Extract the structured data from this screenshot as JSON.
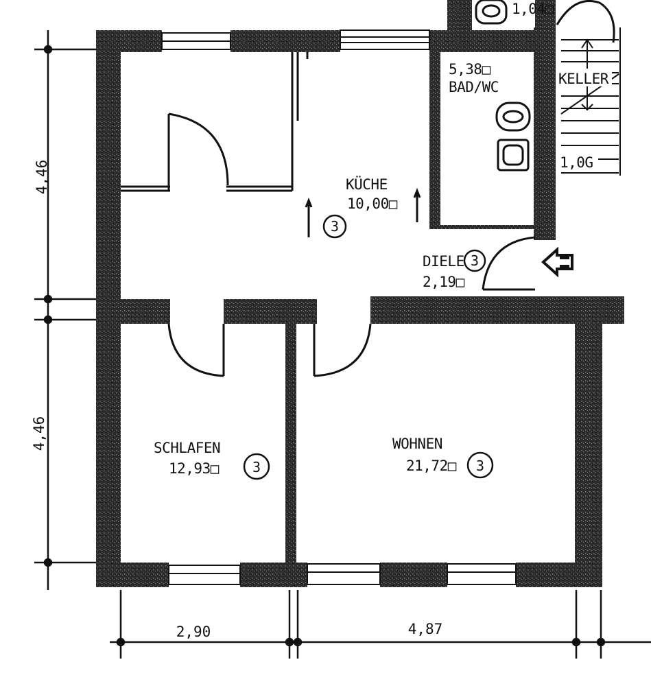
{
  "rooms": {
    "kueche": {
      "name": "KÜCHE",
      "area": "10,00",
      "unit": "□",
      "marker": "3"
    },
    "bad": {
      "area": "5,38",
      "unit": "□",
      "name": "BAD/WC"
    },
    "keller": {
      "name": "KELLER",
      "step": "1,0G"
    },
    "diele": {
      "name": "DIELE",
      "marker": "3",
      "area": "2,19",
      "unit": "□"
    },
    "schlafen": {
      "name": "SCHLAFEN",
      "area": "12,93",
      "unit": "□",
      "marker": "3"
    },
    "wohnen": {
      "name": "WOHNEN",
      "area": "21,72",
      "unit": "□",
      "marker": "3"
    },
    "top_wc": {
      "area": "1,04",
      "unit": "□"
    }
  },
  "dimensions": {
    "left_upper": "4,46",
    "left_lower": "4,46",
    "bottom_left": "2,90",
    "bottom_right": "4,87"
  },
  "colors": {
    "wall": "#2a2a2a",
    "line": "#111111",
    "background": "#ffffff"
  }
}
